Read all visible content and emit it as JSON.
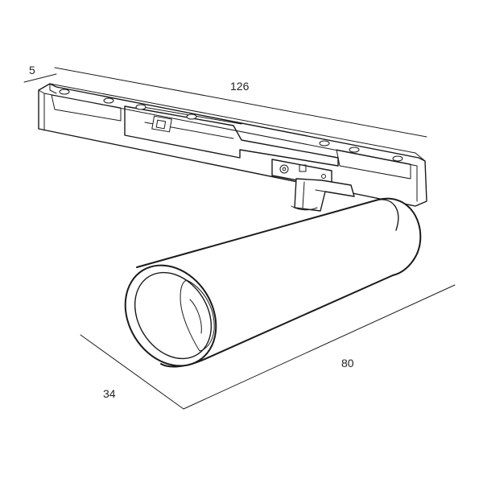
{
  "dimensions": {
    "depth_small": "5",
    "rail_length": "126",
    "body_length": "80",
    "body_width": "34"
  },
  "colors": {
    "line": "#1a1a1a",
    "background": "#ffffff"
  }
}
